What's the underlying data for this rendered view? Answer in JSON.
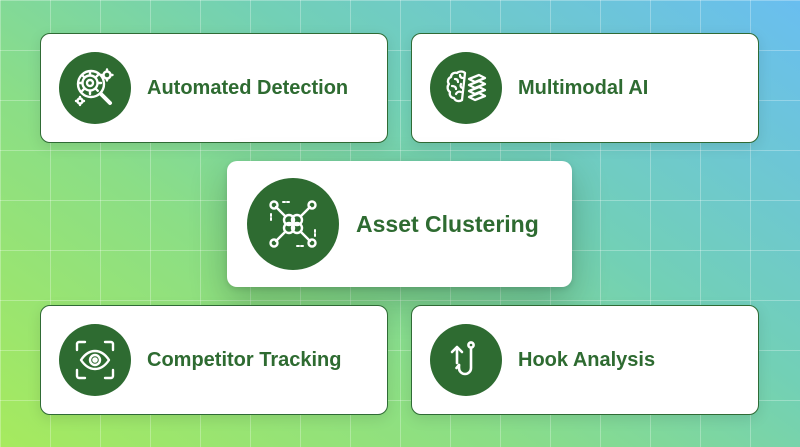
{
  "colors": {
    "brand_green": "#2e6b31",
    "card_background": "#ffffff"
  },
  "cards": [
    {
      "label": "Automated Detection",
      "icon": "magnifier-gears-icon"
    },
    {
      "label": "Multimodal AI",
      "icon": "brain-layers-icon"
    },
    {
      "label": "Asset Clustering",
      "icon": "cluster-network-icon",
      "featured": true
    },
    {
      "label": "Competitor Tracking",
      "icon": "eye-scan-icon"
    },
    {
      "label": "Hook Analysis",
      "icon": "fishing-hook-icon"
    }
  ]
}
